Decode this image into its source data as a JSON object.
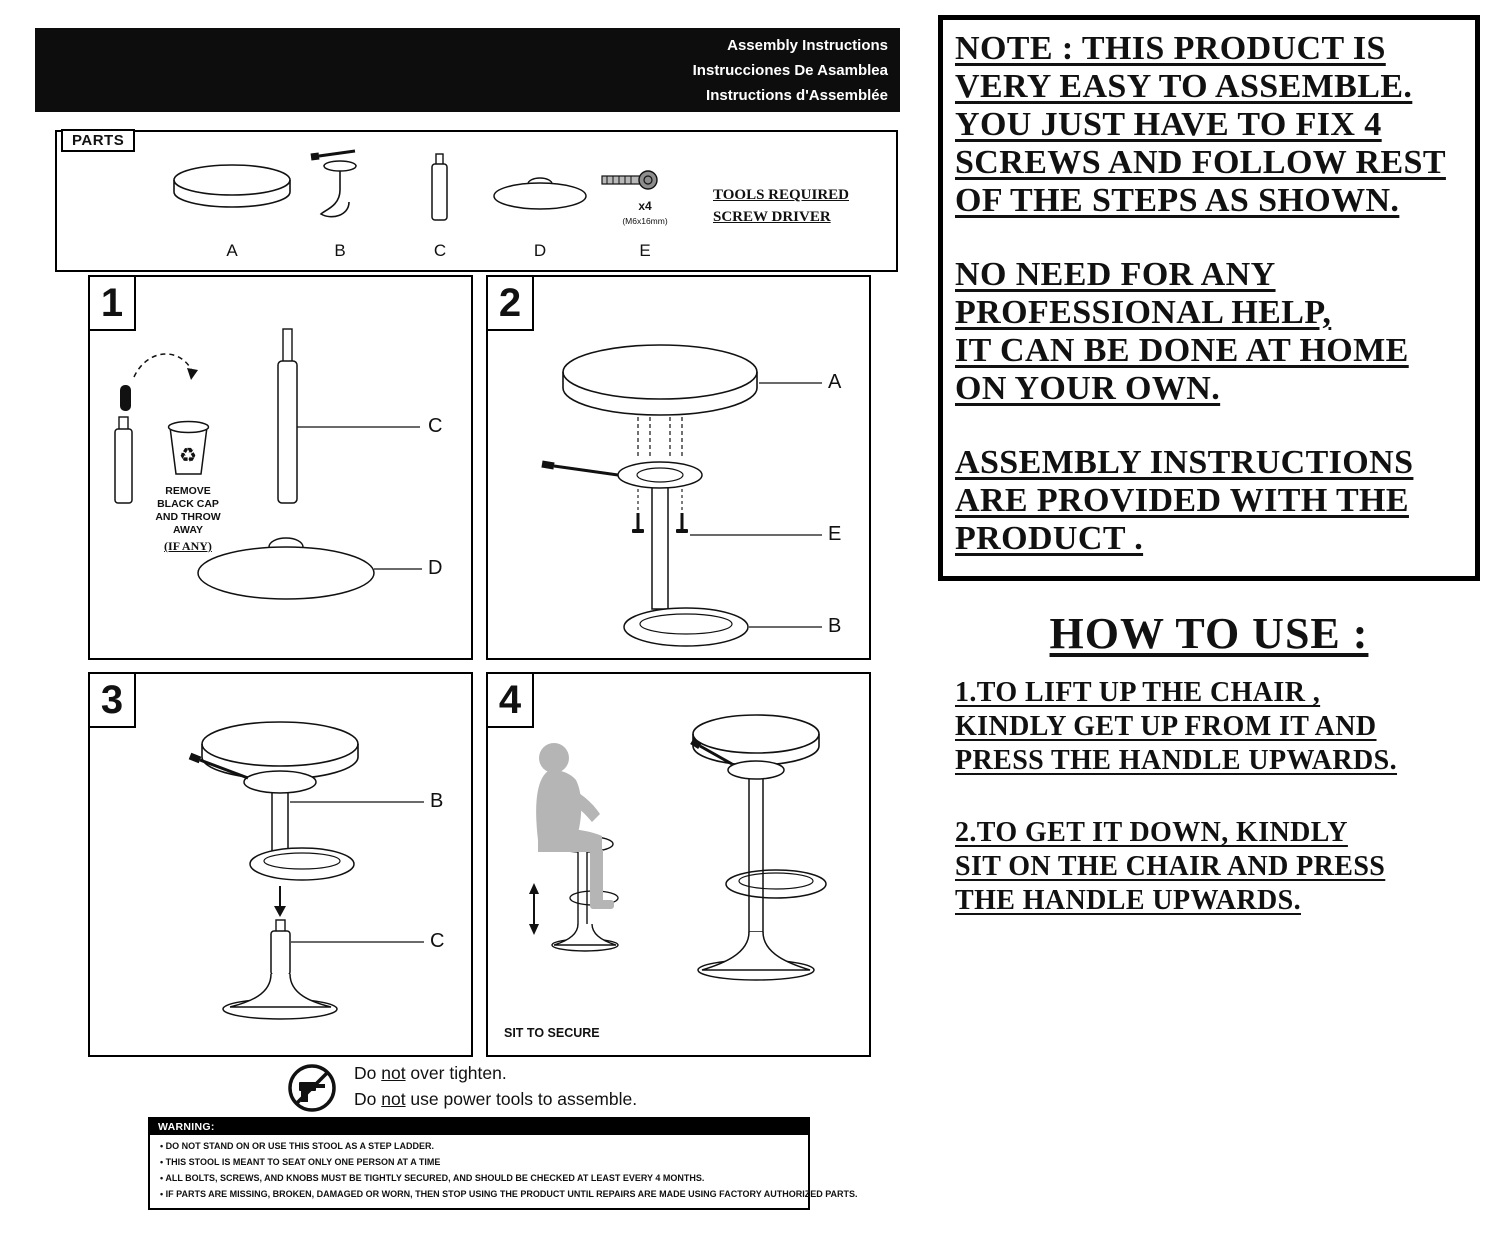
{
  "header": {
    "line1": "Assembly Instructions",
    "line2": "Instrucciones De Asamblea",
    "line3": "Instructions d'Assemblée"
  },
  "colors": {
    "ink": "#111111",
    "silhouette": "#b5b5b5",
    "header_bg": "#0d0d0d"
  },
  "icons": {
    "recycle": "♻"
  },
  "parts": {
    "title": "PARTS",
    "label_a": "A",
    "label_b": "B",
    "label_c": "C",
    "label_d": "D",
    "label_e": "E",
    "screw_qty": "x4",
    "screw_size": "(M6x16mm)",
    "tools_line1": "TOOLS REQUIRED",
    "tools_line2": "SCREW DRIVER"
  },
  "step1": {
    "number": "1",
    "note_line1": "REMOVE",
    "note_line2": "BLACK CAP",
    "note_line3": "AND THROW",
    "note_line4": "AWAY",
    "note_emphasis": "(IF ANY)",
    "label_c": "C",
    "label_d": "D"
  },
  "step2": {
    "number": "2",
    "label_a": "A",
    "label_e": "E",
    "label_b": "B"
  },
  "step3": {
    "number": "3",
    "label_b": "B",
    "label_c": "C"
  },
  "step4": {
    "number": "4",
    "caption": "SIT TO SECURE"
  },
  "cautions": {
    "tighten": {
      "pre": "Do ",
      "not": "not",
      "post": " over tighten."
    },
    "power": {
      "pre": "Do ",
      "not": "not",
      "post": " use power tools to assemble."
    }
  },
  "warning": {
    "title": "WARNING:",
    "items": [
      "DO NOT STAND ON OR USE THIS STOOL AS A STEP LADDER.",
      "THIS STOOL IS MEANT TO SEAT ONLY ONE PERSON AT A TIME",
      "ALL BOLTS, SCREWS, AND KNOBS MUST BE TIGHTLY SECURED, AND SHOULD BE CHECKED AT LEAST EVERY 4 MONTHS.",
      "IF PARTS ARE MISSING, BROKEN, DAMAGED OR WORN, THEN STOP USING THE PRODUCT UNTIL REPAIRS ARE MADE USING FACTORY AUTHORIZED PARTS."
    ]
  },
  "note_box": {
    "p1": [
      "NOTE : THIS PRODUCT IS",
      "VERY EASY TO ASSEMBLE.",
      "YOU JUST HAVE TO FIX 4",
      "SCREWS AND FOLLOW REST",
      "OF THE STEPS AS SHOWN."
    ],
    "p2": [
      "NO NEED FOR ANY",
      "PROFESSIONAL HELP,",
      "IT CAN BE DONE AT HOME",
      "ON YOUR OWN."
    ],
    "p3": [
      "ASSEMBLY INSTRUCTIONS",
      "ARE PROVIDED WITH THE",
      "PRODUCT ."
    ]
  },
  "how_to_use": {
    "heading": "HOW TO USE :",
    "p1": [
      "1.TO LIFT UP THE CHAIR ,",
      "KINDLY GET UP FROM IT AND",
      "PRESS THE HANDLE UPWARDS."
    ],
    "p2": [
      "2.TO GET IT DOWN, KINDLY",
      "SIT ON THE CHAIR AND PRESS",
      "THE HANDLE UPWARDS."
    ]
  }
}
